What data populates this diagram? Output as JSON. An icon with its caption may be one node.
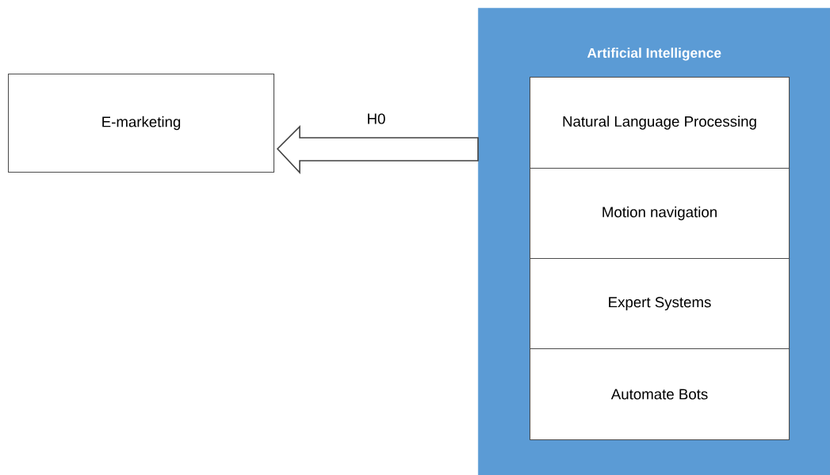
{
  "diagram": {
    "nodes": [
      {
        "text": [
          "E-marketing"
        ]
      },
      {
        "text": [
          "Artificial Intelligence"
        ]
      },
      {
        "text": [
          "Natural Language Processing"
        ],
        "in": 1
      },
      {
        "text": [
          "Motion navigation"
        ],
        "in": 1
      },
      {
        "text": [
          "Expert Systems"
        ],
        "in": 1
      },
      {
        "text": [
          "Automate Bots"
        ],
        "in": 1
      }
    ],
    "edges": [
      {
        "from": 1,
        "to": 0,
        "arrow": "to",
        "label": "H0"
      }
    ]
  }
}
